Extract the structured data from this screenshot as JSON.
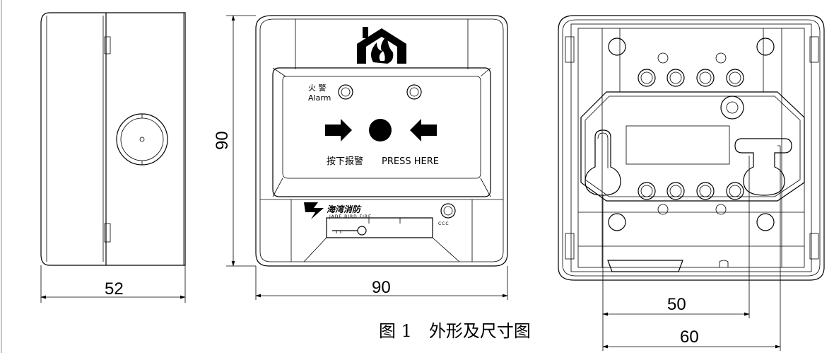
{
  "dimensions": {
    "side_width": "52",
    "front_height": "90",
    "front_width": "90",
    "back_inner": "50",
    "back_outer": "60"
  },
  "front_panel": {
    "fire_label": "火 警",
    "alarm_label": "Alarm",
    "press_cn": "按下报警",
    "press_en": "PRESS HERE",
    "brand_cn": "海湾消防",
    "brand_en": "JADE BIRD FIRE",
    "cert_code": "CCC"
  },
  "caption": "图 1　外形及尺寸图"
}
